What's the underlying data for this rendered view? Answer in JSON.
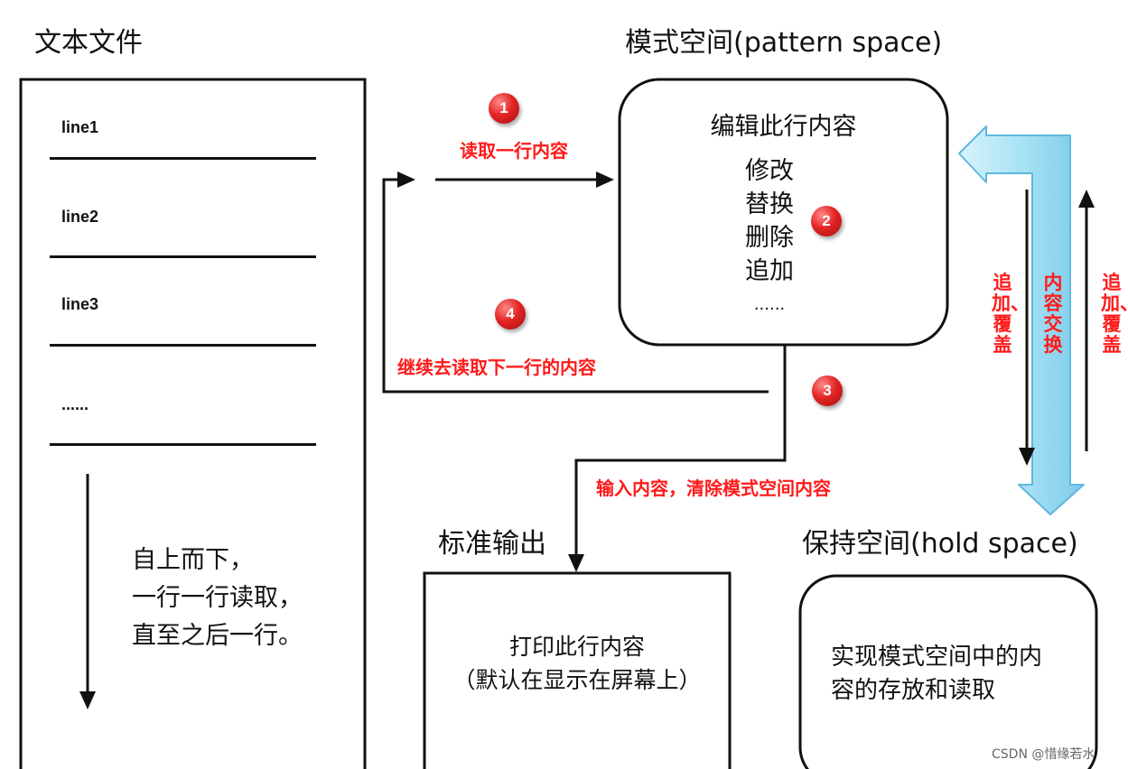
{
  "titles": {
    "text_file": "文本文件",
    "pattern_space": "模式空间(pattern space)",
    "stdout": "标准输出",
    "hold_space": "保持空间(hold space)"
  },
  "file": {
    "lines": [
      "line1",
      "line2",
      "line3",
      "......"
    ],
    "desc_lines": [
      "自上而下，",
      "一行一行读取，",
      "直至之后一行。"
    ]
  },
  "pattern_box": {
    "heading": "编辑此行内容",
    "ops": [
      "修改",
      "替换",
      "删除",
      "追加",
      "......"
    ]
  },
  "steps": {
    "step1_badge": "1",
    "step1_label": "读取一行内容",
    "step2_badge": "2",
    "step3_badge": "3",
    "step3_label": "输入内容，清除模式空间内容",
    "step4_badge": "4",
    "step4_label": "继续去读取下一行的内容"
  },
  "hold_arrows": {
    "left_label": "追加、覆盖",
    "middle_label": "内容交换",
    "right_label": "追加、覆盖"
  },
  "stdout_box": {
    "lines": [
      "打印此行内容",
      "（默认在显示在屏幕上）"
    ]
  },
  "hold_box": {
    "lines": [
      "实现模式空间中的内",
      "容的存放和读取"
    ]
  },
  "watermark": "CSDN @惜缘若水",
  "colors": {
    "label_red": "#ff1a1a",
    "badge_red": "#e42525",
    "swap_arrow_fill": "#a8e2f5",
    "swap_arrow_stroke": "#5fb8dc"
  }
}
